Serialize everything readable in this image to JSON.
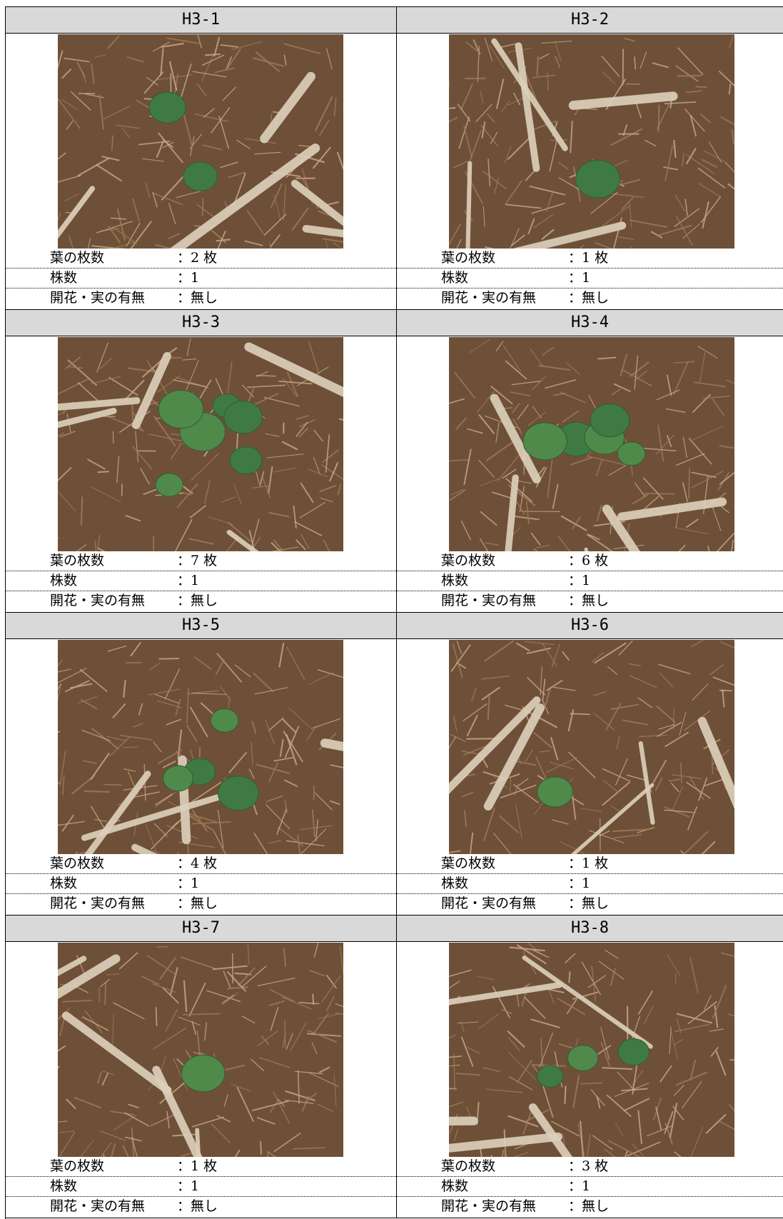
{
  "header_fragment": "",
  "cells": [
    {
      "id": "H3-1",
      "leaf_label": "葉の枚数",
      "leaf_value": "：2 枚",
      "stock_label": "株数",
      "stock_value": "：1",
      "flower_label": "開花・実の有無",
      "flower_value": "：無し"
    },
    {
      "id": "H3-2",
      "leaf_label": "葉の枚数",
      "leaf_value": "：1 枚",
      "stock_label": "株数",
      "stock_value": "：1",
      "flower_label": "開花・実の有無",
      "flower_value": "：無し"
    },
    {
      "id": "H3-3",
      "leaf_label": "葉の枚数",
      "leaf_value": "：7 枚",
      "stock_label": "株数",
      "stock_value": "：1",
      "flower_label": "開花・実の有無",
      "flower_value": "：無し"
    },
    {
      "id": "H3-4",
      "leaf_label": "葉の枚数",
      "leaf_value": "：6 枚",
      "stock_label": "株数",
      "stock_value": "：1",
      "flower_label": "開花・実の有無",
      "flower_value": "：無し"
    },
    {
      "id": "H3-5",
      "leaf_label": "葉の枚数",
      "leaf_value": "：4 枚",
      "stock_label": "株数",
      "stock_value": "：1",
      "flower_label": "開花・実の有無",
      "flower_value": "：無し"
    },
    {
      "id": "H3-6",
      "leaf_label": "葉の枚数",
      "leaf_value": "：1 枚",
      "stock_label": "株数",
      "stock_value": "：1",
      "flower_label": "開花・実の有無",
      "flower_value": "：無し"
    },
    {
      "id": "H3-7",
      "leaf_label": "葉の枚数",
      "leaf_value": "：1 枚",
      "stock_label": "株数",
      "stock_value": "：1",
      "flower_label": "開花・実の有無",
      "flower_value": "：無し"
    },
    {
      "id": "H3-8",
      "leaf_label": "葉の枚数",
      "leaf_value": "：3 枚",
      "stock_label": "株数",
      "stock_value": "：1",
      "flower_label": "開花・実の有無",
      "flower_value": "：無し"
    }
  ],
  "colors": {
    "header_bg": "#d9d9d9",
    "litter": "#7a5a3e",
    "leaf": "#4f8a4a",
    "twig": "#d8ccb4"
  }
}
